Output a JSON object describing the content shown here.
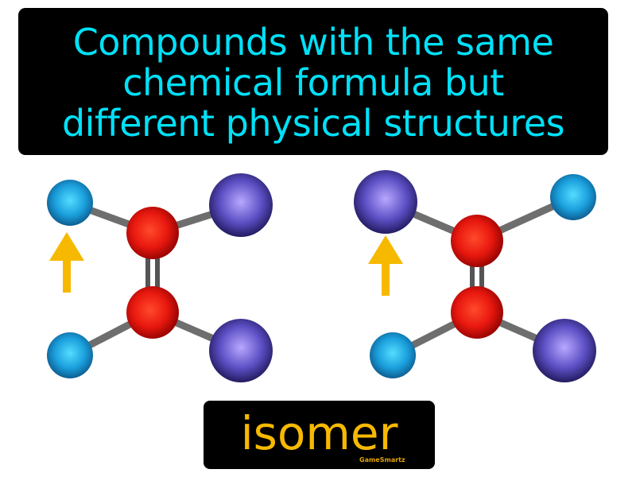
{
  "definition": {
    "lines": [
      "Compounds with the same",
      "chemical formula but",
      "different physical structures"
    ],
    "text_color": "#00e1f8"
  },
  "term": {
    "label": "isomer",
    "color": "#f7b900"
  },
  "brand": "GameSmartz",
  "molecules": [
    {
      "name": "left-isomer",
      "atoms": [
        "small-blue",
        "large-purple",
        "red",
        "red",
        "small-blue",
        "large-purple"
      ],
      "highlighted_atom": "small-blue"
    },
    {
      "name": "right-isomer",
      "atoms": [
        "large-purple",
        "small-blue",
        "red",
        "red",
        "small-blue",
        "large-purple"
      ],
      "highlighted_atom": "large-purple"
    }
  ],
  "colors": {
    "red_atom": "#e8180f",
    "blue_atom": "#1a9fdc",
    "purple_atom": "#5c4fc4",
    "bond": "#6b6b6b",
    "arrow": "#f7b900"
  }
}
